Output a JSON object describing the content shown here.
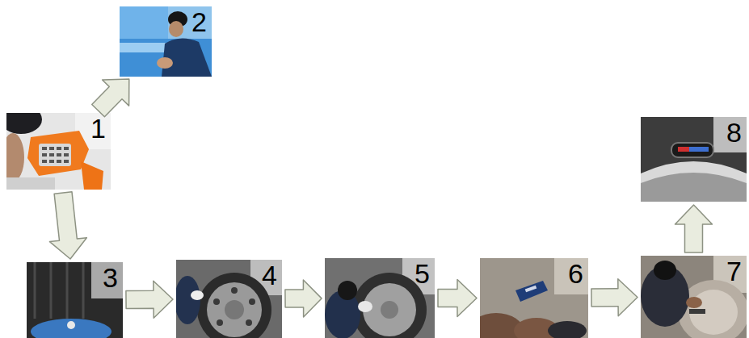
{
  "diagram": {
    "nodes": [
      {
        "text": [
          "1"
        ]
      },
      {
        "text": [
          "2"
        ]
      },
      {
        "text": [
          "3"
        ]
      },
      {
        "text": [
          "4"
        ]
      },
      {
        "text": [
          "5"
        ]
      },
      {
        "text": [
          "6"
        ]
      },
      {
        "text": [
          "7"
        ]
      },
      {
        "text": [
          "8"
        ]
      }
    ],
    "edges": [
      {
        "from": 0,
        "to": 1,
        "arrow": "to"
      },
      {
        "from": 0,
        "to": 2,
        "arrow": "to"
      },
      {
        "from": 2,
        "to": 3,
        "arrow": "to"
      },
      {
        "from": 3,
        "to": 4,
        "arrow": "to"
      },
      {
        "from": 4,
        "to": 5,
        "arrow": "to"
      },
      {
        "from": 5,
        "to": 6,
        "arrow": "to"
      },
      {
        "from": 6,
        "to": 7,
        "arrow": "to"
      }
    ]
  }
}
